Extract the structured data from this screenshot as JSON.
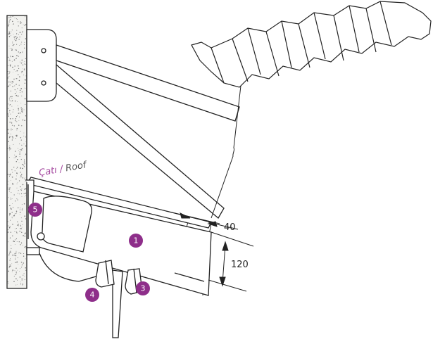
{
  "colors": {
    "accent": "#8e2e8a",
    "label_purple": "#a54aa0",
    "label_grey": "#555555",
    "line": "#222222",
    "wall_fill": "#f2f2ef"
  },
  "label": {
    "tr": "Çatı",
    "sep": " / ",
    "en": "Roof"
  },
  "dimensions": {
    "d1": "40",
    "d2": "120"
  },
  "badges": [
    {
      "id": "1",
      "text": "1"
    },
    {
      "id": "3",
      "text": "3"
    },
    {
      "id": "4",
      "text": "4"
    },
    {
      "id": "5",
      "text": "5"
    }
  ]
}
